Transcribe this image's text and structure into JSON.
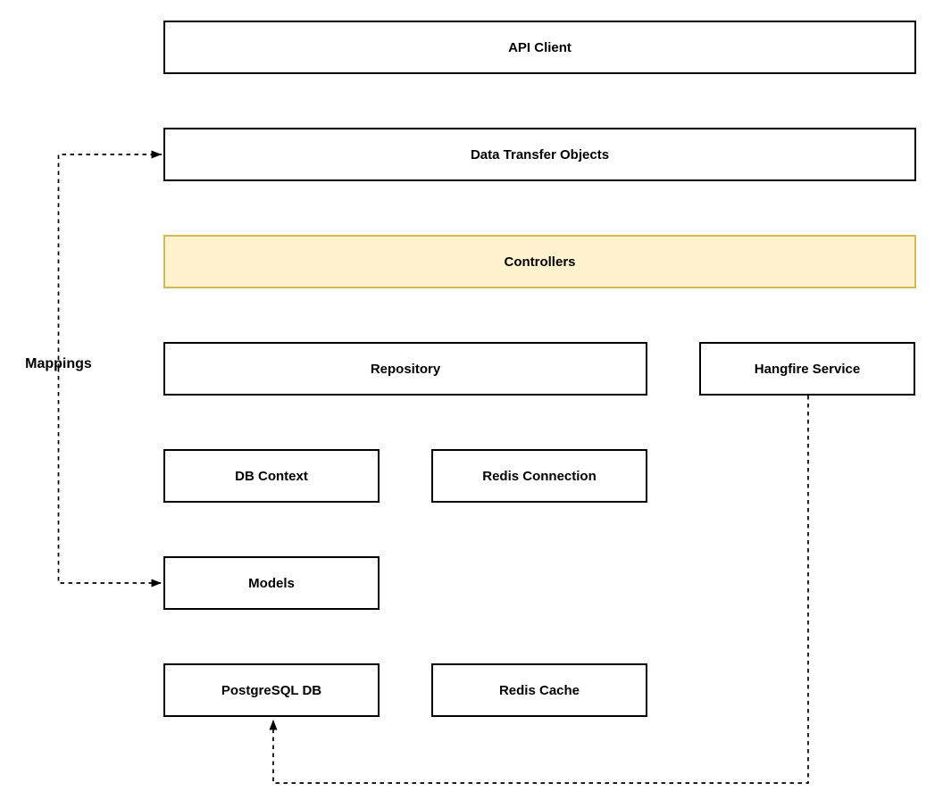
{
  "diagram": {
    "title": "Layered API architecture diagram",
    "nodes": [
      {
        "id": "api-client",
        "label": "API Client"
      },
      {
        "id": "data-transfer-objects",
        "label": "Data Transfer Objects"
      },
      {
        "id": "controllers",
        "label": "Controllers",
        "highlighted": true
      },
      {
        "id": "repository",
        "label": "Repository"
      },
      {
        "id": "hangfire-service",
        "label": "Hangfire Service"
      },
      {
        "id": "db-context",
        "label": "DB Context"
      },
      {
        "id": "redis-connection",
        "label": "Redis Connection"
      },
      {
        "id": "models",
        "label": "Models"
      },
      {
        "id": "postgresql-db",
        "label": "PostgreSQL DB"
      },
      {
        "id": "redis-cache",
        "label": "Redis Cache"
      }
    ],
    "edge_label": "Mappings",
    "edges": [
      {
        "from": "Mappings",
        "to": "Data Transfer Objects",
        "style": "dashed-arrow"
      },
      {
        "from": "Mappings",
        "to": "Models",
        "style": "dashed-arrow"
      },
      {
        "from": "Hangfire Service",
        "to": "PostgreSQL DB",
        "style": "dashed-arrow"
      }
    ],
    "colors": {
      "node_fill": "#FFFFFF",
      "node_border": "#000000",
      "highlight_fill": "#FFF2CC",
      "highlight_border": "#D6B656",
      "edge": "#000000",
      "text": "#000000"
    }
  }
}
